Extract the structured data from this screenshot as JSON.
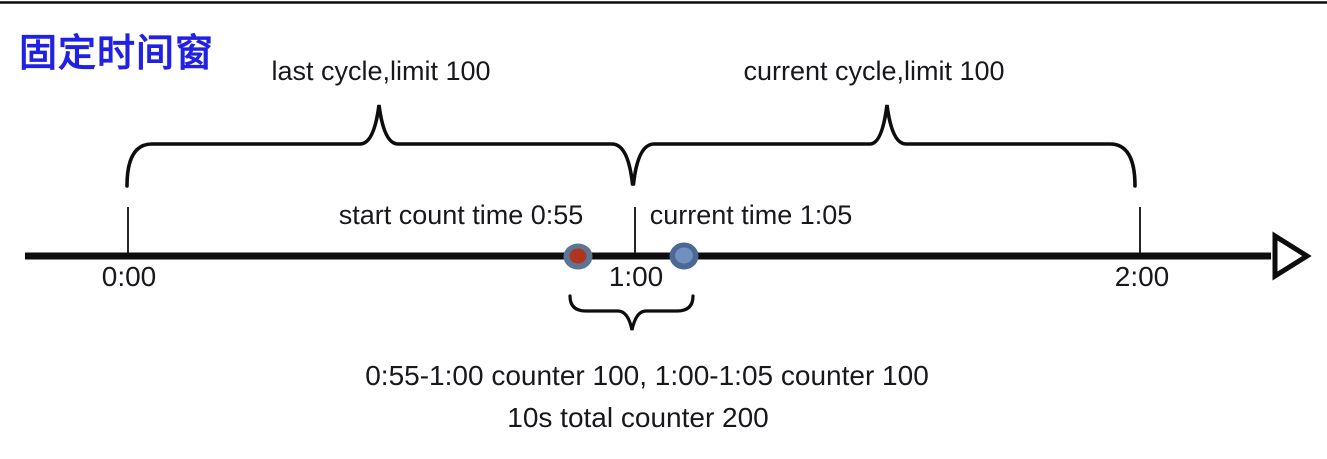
{
  "title": "固定时间窗",
  "colors": {
    "title_blue": "#2121e3",
    "ink": "#18181c",
    "line_black": "#0d0d0d",
    "red_dot_fill": "#b0341f",
    "red_dot_ring": "#5b7593",
    "blue_dot_fill": "#7190bf",
    "blue_dot_ring": "#4a6a94"
  },
  "cycles": {
    "last_cycle_label": "last cycle,limit 100",
    "current_cycle_label": "current cycle,limit 100"
  },
  "markers": {
    "start_count_label": "start count time 0:55",
    "current_time_label": "current time 1:05"
  },
  "timeline": {
    "ticks": [
      "0:00",
      "1:00",
      "2:00"
    ]
  },
  "footer": {
    "line1": "0:55-1:00 counter 100, 1:00-1:05 counter 100",
    "line2": "10s total counter 200"
  }
}
